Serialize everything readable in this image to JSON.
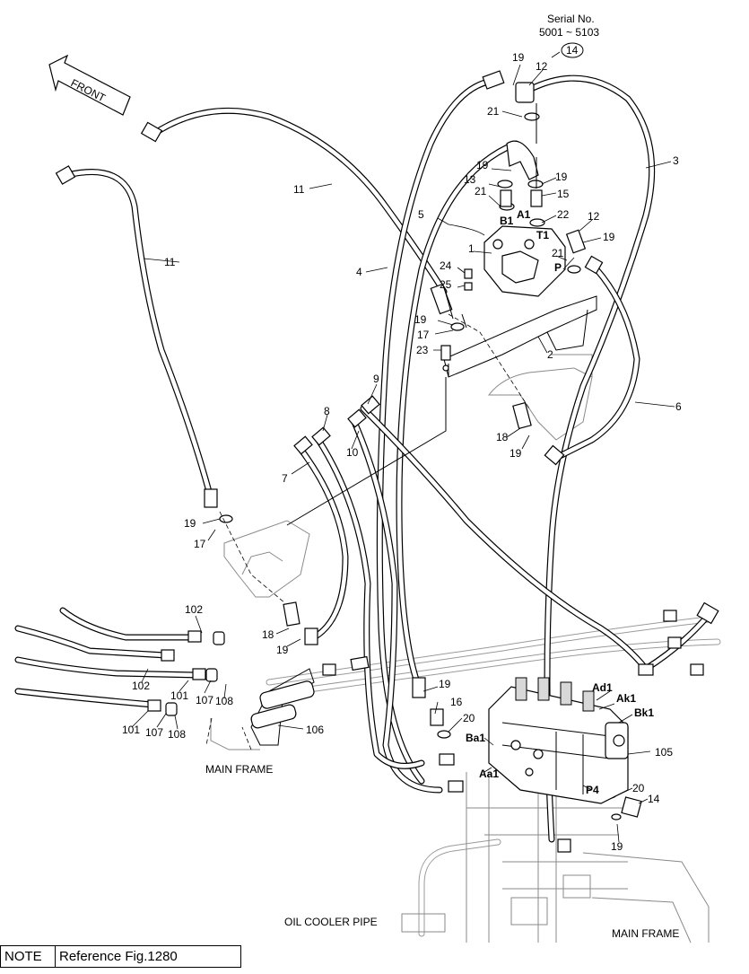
{
  "header": {
    "serial_label": "Serial No.",
    "serial_range": "5001 ~ 5103",
    "serial_ref": "14"
  },
  "front_arrow": {
    "label": "FRONT"
  },
  "labels": {
    "main_frame_left": "MAIN FRAME",
    "main_frame_right": "MAIN FRAME",
    "oil_cooler_pipe": "OIL COOLER PIPE"
  },
  "port_labels": {
    "b1": "B1",
    "a1": "A1",
    "t1": "T1",
    "p": "P",
    "ad1": "Ad1",
    "ak1": "Ak1",
    "bk1": "Bk1",
    "ba1": "Ba1",
    "aa1": "Aa1",
    "p4": "P4"
  },
  "callouts": [
    {
      "id": "c1",
      "text": "1"
    },
    {
      "id": "c2",
      "text": "2"
    },
    {
      "id": "c3",
      "text": "3"
    },
    {
      "id": "c4",
      "text": "4"
    },
    {
      "id": "c5",
      "text": "5"
    },
    {
      "id": "c6",
      "text": "6"
    },
    {
      "id": "c7",
      "text": "7"
    },
    {
      "id": "c8",
      "text": "8"
    },
    {
      "id": "c9",
      "text": "9"
    },
    {
      "id": "c10",
      "text": "10"
    },
    {
      "id": "c11a",
      "text": "11"
    },
    {
      "id": "c11b",
      "text": "11"
    },
    {
      "id": "c12a",
      "text": "12"
    },
    {
      "id": "c12b",
      "text": "12"
    },
    {
      "id": "c13",
      "text": "13"
    },
    {
      "id": "c14",
      "text": "14"
    },
    {
      "id": "c15",
      "text": "15"
    },
    {
      "id": "c16",
      "text": "16"
    },
    {
      "id": "c17a",
      "text": "17"
    },
    {
      "id": "c17b",
      "text": "17"
    },
    {
      "id": "c18a",
      "text": "18"
    },
    {
      "id": "c18b",
      "text": "18"
    },
    {
      "id": "c19a",
      "text": "19"
    },
    {
      "id": "c19b",
      "text": "19"
    },
    {
      "id": "c19c",
      "text": "19"
    },
    {
      "id": "c19d",
      "text": "19"
    },
    {
      "id": "c19e",
      "text": "19"
    },
    {
      "id": "c19f",
      "text": "19"
    },
    {
      "id": "c19g",
      "text": "19"
    },
    {
      "id": "c19h",
      "text": "19"
    },
    {
      "id": "c19i",
      "text": "19"
    },
    {
      "id": "c19j",
      "text": "19"
    },
    {
      "id": "c20a",
      "text": "20"
    },
    {
      "id": "c20b",
      "text": "20"
    },
    {
      "id": "c21a",
      "text": "21"
    },
    {
      "id": "c21b",
      "text": "21"
    },
    {
      "id": "c21c",
      "text": "21"
    },
    {
      "id": "c22",
      "text": "22"
    },
    {
      "id": "c23",
      "text": "23"
    },
    {
      "id": "c24",
      "text": "24"
    },
    {
      "id": "c25",
      "text": "25"
    },
    {
      "id": "c101a",
      "text": "101"
    },
    {
      "id": "c101b",
      "text": "101"
    },
    {
      "id": "c102a",
      "text": "102"
    },
    {
      "id": "c102b",
      "text": "102"
    },
    {
      "id": "c105",
      "text": "105"
    },
    {
      "id": "c106",
      "text": "106"
    },
    {
      "id": "c107a",
      "text": "107"
    },
    {
      "id": "c107b",
      "text": "107"
    },
    {
      "id": "c108a",
      "text": "108"
    },
    {
      "id": "c108b",
      "text": "108"
    }
  ],
  "note": {
    "label": "NOTE",
    "value": "Reference Fig.1280"
  }
}
